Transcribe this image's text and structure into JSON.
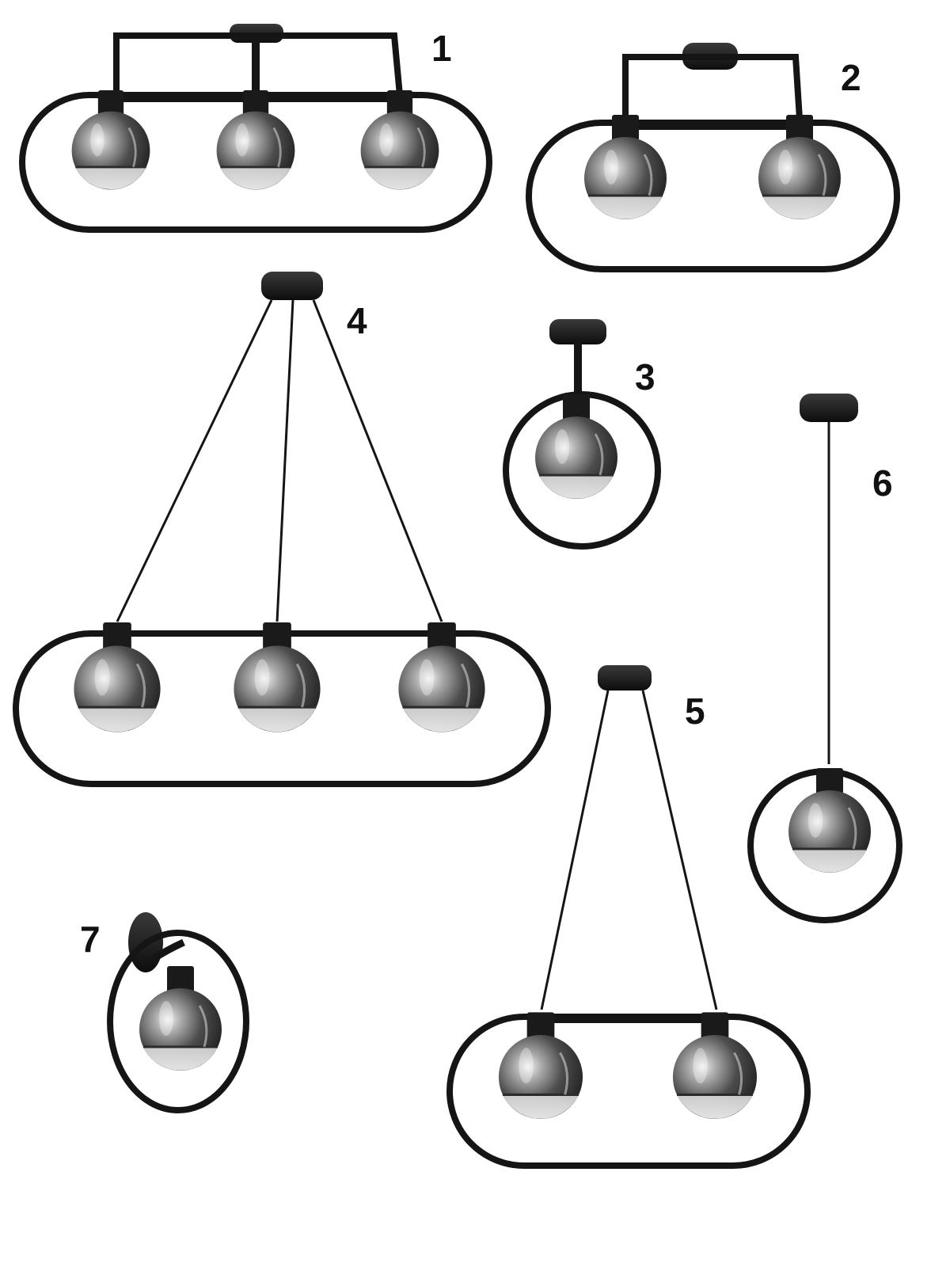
{
  "labels": {
    "lamp1": "1",
    "lamp2": "2",
    "lamp3": "3",
    "lamp4": "4",
    "lamp5": "5",
    "lamp6": "6",
    "lamp7": "7"
  },
  "colors": {
    "background": "#ffffff",
    "metal_frame": "#151515",
    "label_text": "#111111",
    "glass_smoke": "#6e6e6e"
  }
}
